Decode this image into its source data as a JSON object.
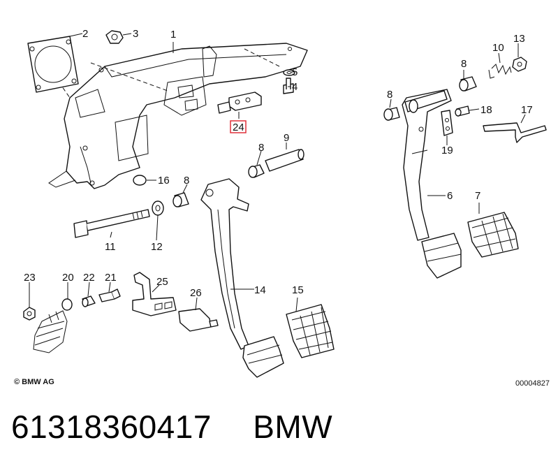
{
  "labels": {
    "p1": "1",
    "p2": "2",
    "p3": "3",
    "p4": "4",
    "p5": "5",
    "p6": "6",
    "p7": "7",
    "p8a": "8",
    "p8b": "8",
    "p8c": "8",
    "p9": "9",
    "p10": "10",
    "p11": "11",
    "p12": "12",
    "p13": "13",
    "p14": "14",
    "p15": "15",
    "p16": "16",
    "p17": "17",
    "p18": "18",
    "p19": "19",
    "p20": "20",
    "p21": "21",
    "p22": "22",
    "p23": "23",
    "p24": "24",
    "p25": "25",
    "p26": "26"
  },
  "highlight_color": "#e0303a",
  "copyright": "© BMW AG",
  "diagram_ref": "00004827",
  "caption": {
    "part_number": "61318360417",
    "brand": "BMW"
  }
}
